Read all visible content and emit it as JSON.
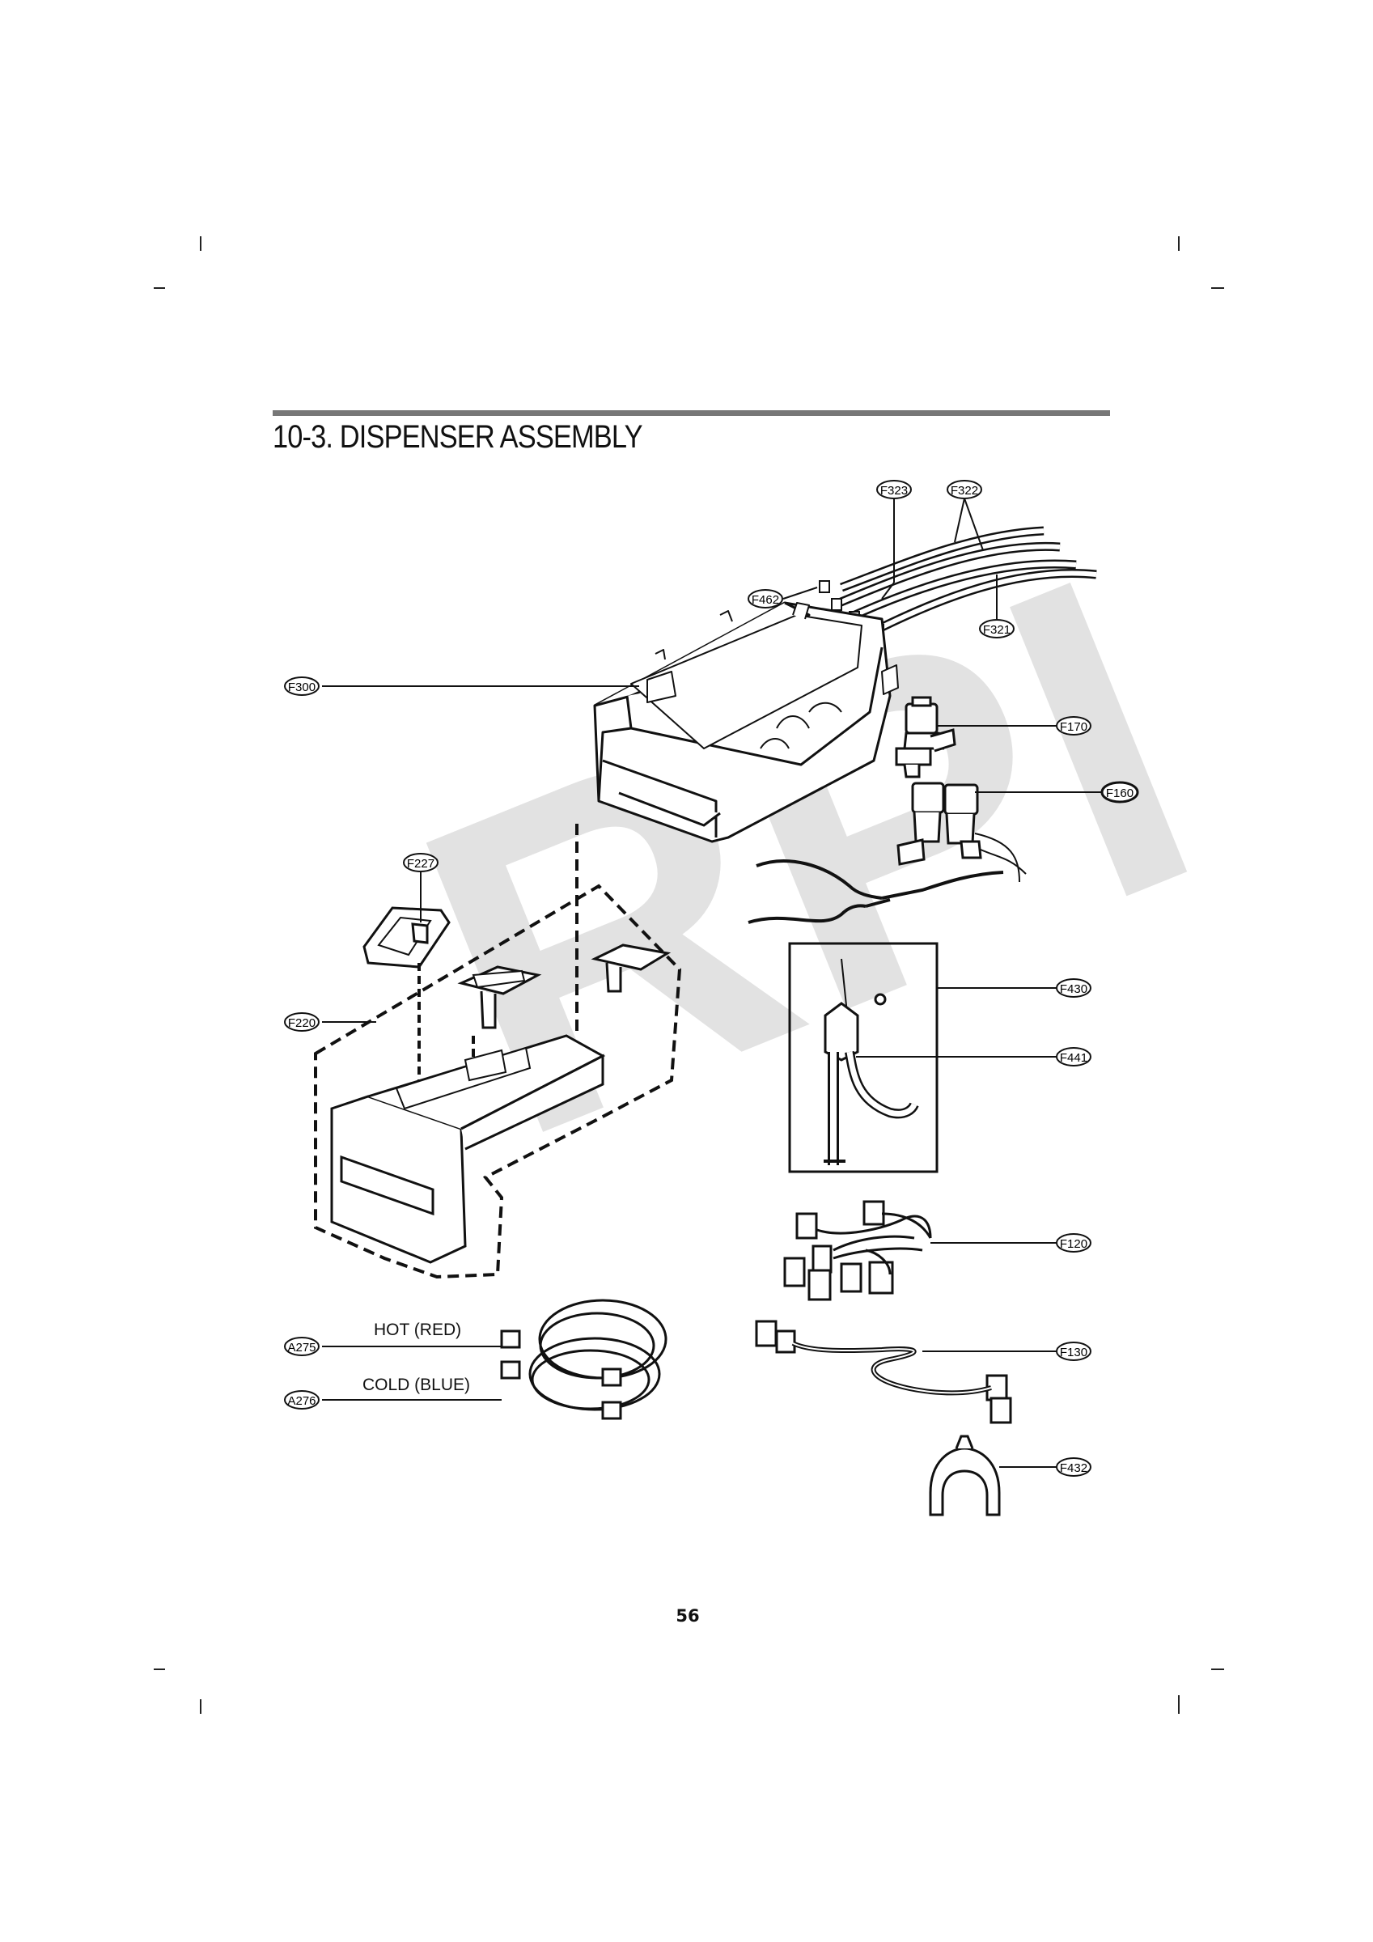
{
  "section_title": "10-3.   DISPENSER ASSEMBLY",
  "page_number": "56",
  "watermark": "RPI",
  "callouts": [
    {
      "id": "F323",
      "label": "F323"
    },
    {
      "id": "F322",
      "label": "F322"
    },
    {
      "id": "F462",
      "label": "F462"
    },
    {
      "id": "F321",
      "label": "F321"
    },
    {
      "id": "F300",
      "label": "F300"
    },
    {
      "id": "F170",
      "label": "F170"
    },
    {
      "id": "F160",
      "label": "F160"
    },
    {
      "id": "F227",
      "label": "F227"
    },
    {
      "id": "F220",
      "label": "F220"
    },
    {
      "id": "F430",
      "label": "F430"
    },
    {
      "id": "F441",
      "label": "F441"
    },
    {
      "id": "F120",
      "label": "F120"
    },
    {
      "id": "A275",
      "label": "A275"
    },
    {
      "id": "F130",
      "label": "F130"
    },
    {
      "id": "A276",
      "label": "A276"
    },
    {
      "id": "F432",
      "label": "F432"
    }
  ],
  "hose_labels": {
    "hot": "HOT (RED)",
    "cold": "COLD (BLUE)"
  }
}
